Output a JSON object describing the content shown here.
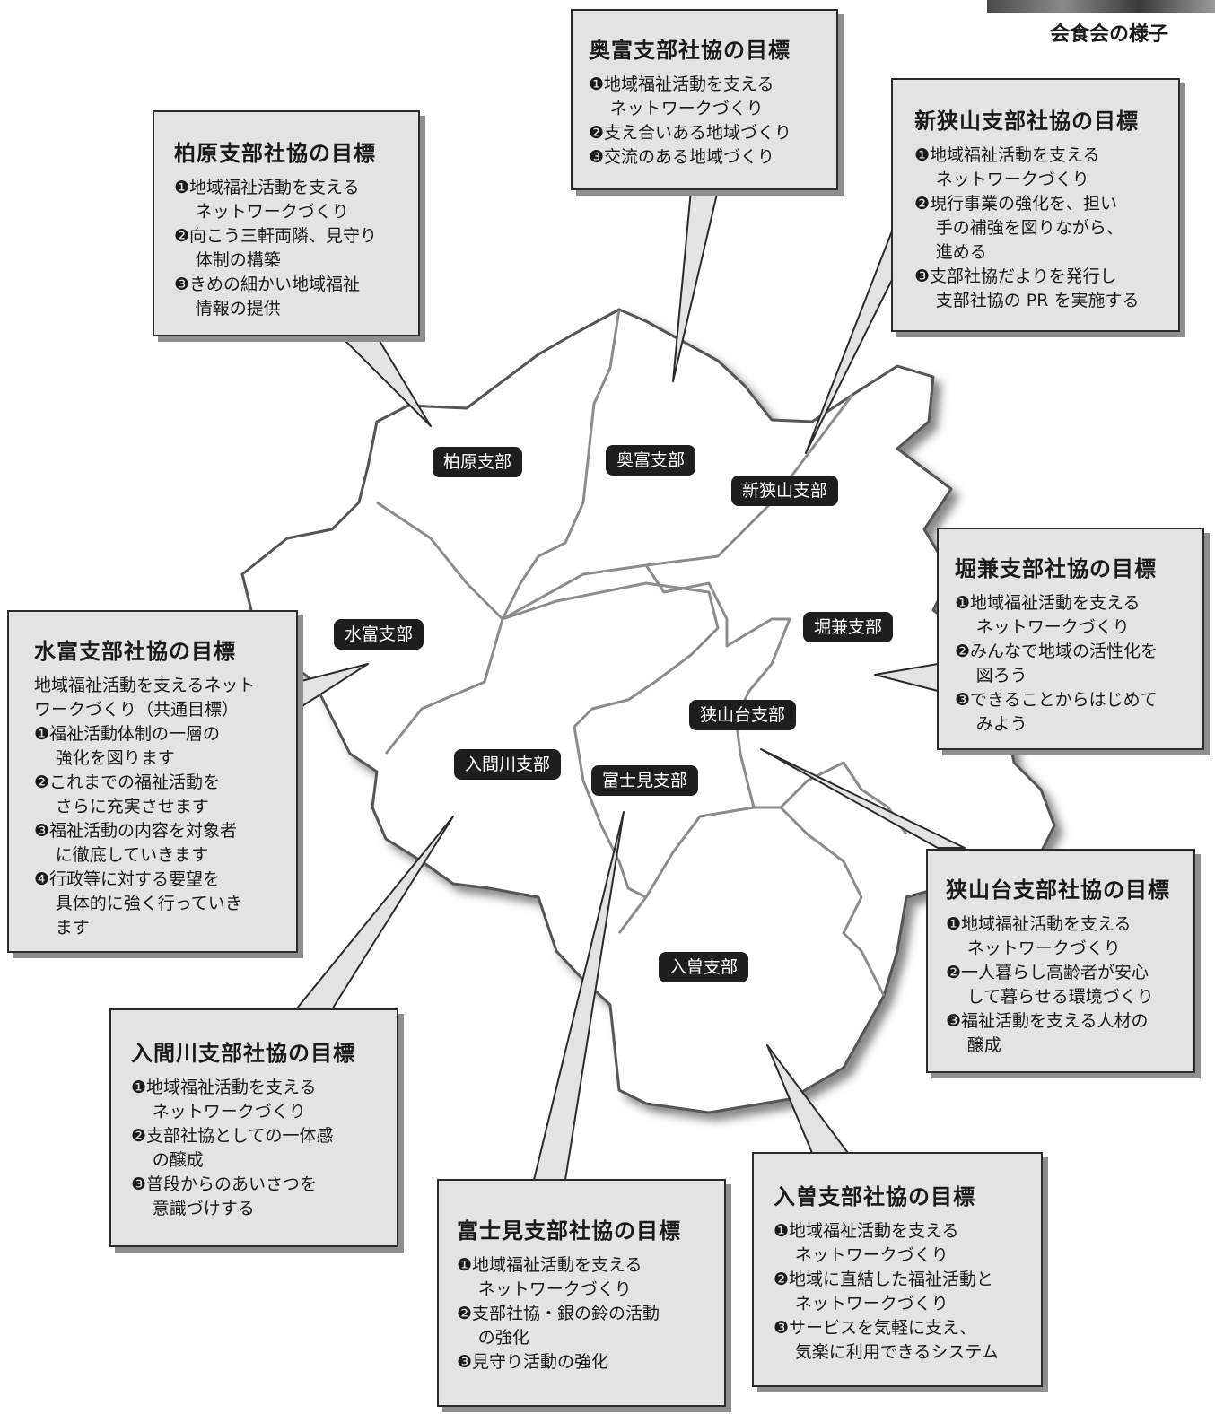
{
  "photo": {
    "caption": "会食会の様子"
  },
  "map": {
    "branches": [
      {
        "id": "kashiwabara",
        "label": "柏原支部"
      },
      {
        "id": "okutomi",
        "label": "奥富支部"
      },
      {
        "id": "shinsayama",
        "label": "新狭山支部"
      },
      {
        "id": "mizutomi",
        "label": "水富支部"
      },
      {
        "id": "horikane",
        "label": "堀兼支部"
      },
      {
        "id": "sayamadai",
        "label": "狭山台支部"
      },
      {
        "id": "irumagawa",
        "label": "入間川支部"
      },
      {
        "id": "fujimi",
        "label": "富士見支部"
      },
      {
        "id": "iriso",
        "label": "入曽支部"
      }
    ]
  },
  "goals": [
    {
      "id": "okutomi",
      "title": "奥富支部社協の目標",
      "items": [
        "❶地域福祉活動を支える",
        "ネットワークづくり",
        "❷支え合いある地域づくり",
        "❸交流のある地域づくり"
      ]
    },
    {
      "id": "kashiwabara",
      "title": "柏原支部社協の目標",
      "items": [
        "❶地域福祉活動を支える",
        "ネットワークづくり",
        "❷向こう三軒両隣、見守り",
        "体制の構築",
        "❸きめの細かい地域福祉",
        "情報の提供"
      ]
    },
    {
      "id": "shinsayama",
      "title": "新狭山支部社協の目標",
      "items": [
        "❶地域福祉活動を支える",
        "ネットワークづくり",
        "❷現行事業の強化を、担い",
        "手の補強を図りながら、",
        "進める",
        "❸支部社協だよりを発行し",
        "支部社協の PR を実施する"
      ]
    },
    {
      "id": "horikane",
      "title": "堀兼支部社協の目標",
      "items": [
        "❶地域福祉活動を支える",
        "ネットワークづくり",
        "❷みんなで地域の活性化を",
        "図ろう",
        "❸できることからはじめて",
        "みよう"
      ]
    },
    {
      "id": "mizutomi",
      "title": "水富支部社協の目標",
      "items": [
        "地域福祉活動を支えるネット",
        "ワークづくり（共通目標）",
        "❶福祉活動体制の一層の",
        "強化を図ります",
        "❷これまでの福祉活動を",
        "さらに充実させます",
        "❸福祉活動の内容を対象者",
        "に徹底していきます",
        "❹行政等に対する要望を",
        "具体的に強く行っていき",
        "ます"
      ]
    },
    {
      "id": "sayamadai",
      "title": "狭山台支部社協の目標",
      "items": [
        "❶地域福祉活動を支える",
        "ネットワークづくり",
        "❷一人暮らし高齢者が安心",
        "して暮らせる環境づくり",
        "❸福祉活動を支える人材の",
        "醸成"
      ]
    },
    {
      "id": "irumagawa",
      "title": "入間川支部社協の目標",
      "items": [
        "❶地域福祉活動を支える",
        "ネットワークづくり",
        "❷支部社協としての一体感",
        "の醸成",
        "❸普段からのあいさつを",
        "意識づけする"
      ]
    },
    {
      "id": "fujimi",
      "title": "富士見支部社協の目標",
      "items": [
        "❶地域福祉活動を支える",
        "ネットワークづくり",
        "❷支部社協・銀の鈴の活動",
        "の強化",
        "❸見守り活動の強化"
      ]
    },
    {
      "id": "iriso",
      "title": "入曽支部社協の目標",
      "items": [
        "❶地域福祉活動を支える",
        "ネットワークづくり",
        "❷地域に直結した福祉活動と",
        "ネットワークづくり",
        "❸サービスを気軽に支え、",
        "気楽に利用できるシステム"
      ]
    }
  ]
}
